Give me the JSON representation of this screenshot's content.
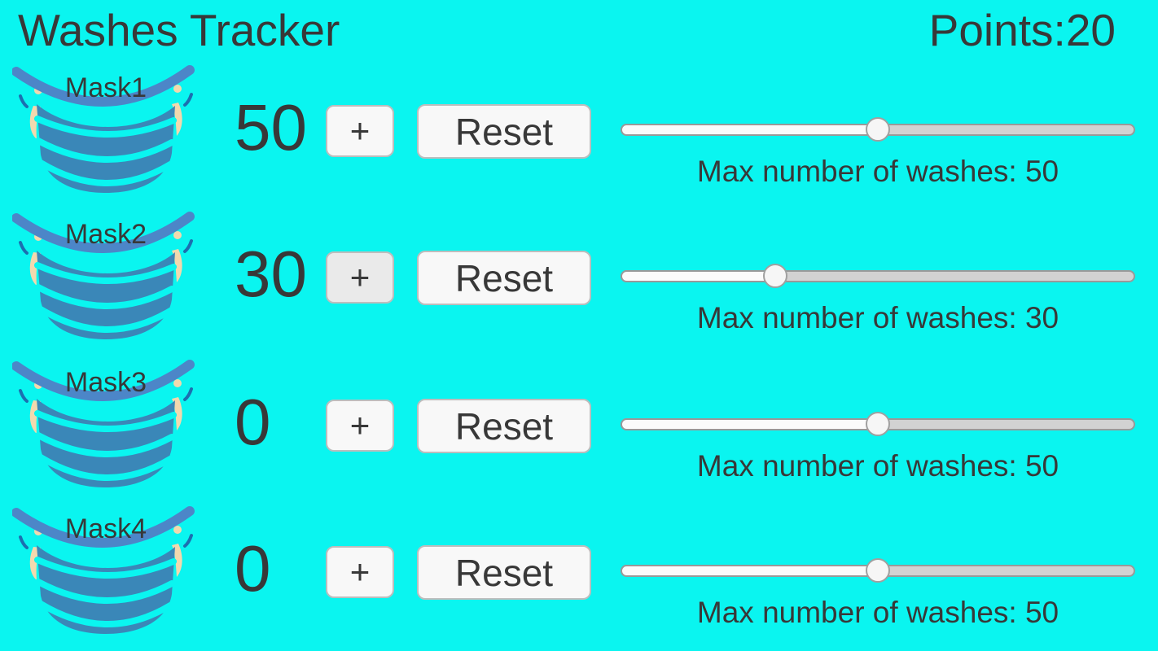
{
  "app": {
    "title": "Washes Tracker",
    "points_label": "Points:",
    "points_value": "20"
  },
  "colors": {
    "background": "#0af5f0",
    "text": "#383838",
    "mask_body": "#3a87b8",
    "mask_band": "#4c86c8",
    "mask_tick": "#1c6fb0",
    "ear_loop": "#f2d9ae",
    "button_bg": "#f8f8f8",
    "button_pressed_bg": "#eaeaea",
    "button_border": "#bdbdbd",
    "slider_fill": "#fbfbfb",
    "slider_track": "#d2d2d2",
    "slider_border": "#999999",
    "slider_thumb": "#f6f6f6",
    "slider_thumb_border": "#a0a0a0"
  },
  "rows": [
    {
      "mask_label": "Mask1",
      "wash_count": "50",
      "plus_label": "+",
      "reset_label": "Reset",
      "max_washes": 50,
      "max_caption": "Max number of washes: 50"
    },
    {
      "mask_label": "Mask2",
      "wash_count": "30",
      "plus_label": "+",
      "reset_label": "Reset",
      "max_washes": 30,
      "max_caption": "Max number of washes: 30"
    },
    {
      "mask_label": "Mask3",
      "wash_count": "0",
      "plus_label": "+",
      "reset_label": "Reset",
      "max_washes": 50,
      "max_caption": "Max number of washes: 50"
    },
    {
      "mask_label": "Mask4",
      "wash_count": "0",
      "plus_label": "+",
      "reset_label": "Reset",
      "max_washes": 50,
      "max_caption": "Max number of washes: 50"
    }
  ]
}
